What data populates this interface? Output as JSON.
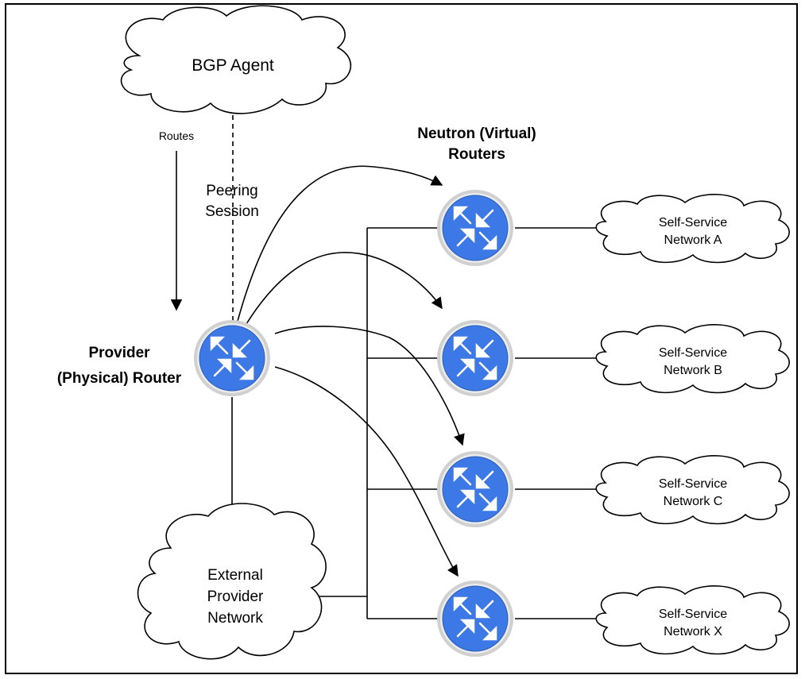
{
  "diagram": {
    "bgp_agent": "BGP Agent",
    "routes_label": "Routes",
    "peering_session": [
      "Peering",
      "Session"
    ],
    "neutron_title": [
      "Neutron (Virtual)",
      "Routers"
    ],
    "provider_router": [
      "Provider",
      "(Physical) Router"
    ],
    "external_network": [
      "External",
      "Provider",
      "Network"
    ],
    "self_service_networks": [
      [
        "Self-Service",
        "Network A"
      ],
      [
        "Self-Service",
        "Network B"
      ],
      [
        "Self-Service",
        "Network C"
      ],
      [
        "Self-Service",
        "Network X"
      ]
    ],
    "colors": {
      "router_fill": "#3d79e6",
      "router_ring": "#c8c8c8",
      "line": "#000000"
    },
    "icons": [
      "router-icon",
      "cloud-shape",
      "arrow"
    ]
  }
}
